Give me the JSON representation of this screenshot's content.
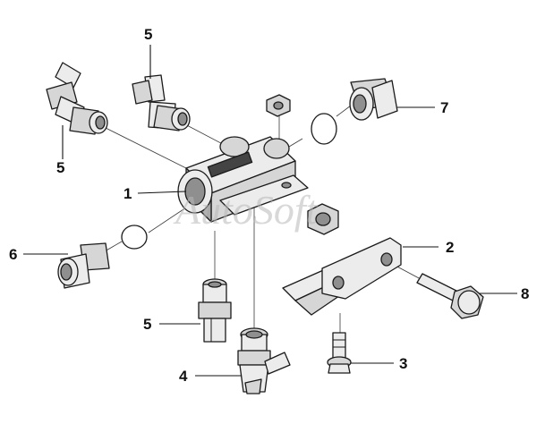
{
  "watermark": "AutoSoft",
  "callouts": [
    {
      "id": "c1",
      "label": "1"
    },
    {
      "id": "c2",
      "label": "2"
    },
    {
      "id": "c3",
      "label": "3"
    },
    {
      "id": "c4",
      "label": "4"
    },
    {
      "id": "c5a",
      "label": "5"
    },
    {
      "id": "c5b",
      "label": "5"
    },
    {
      "id": "c5c",
      "label": "5"
    },
    {
      "id": "c6",
      "label": "6"
    },
    {
      "id": "c7",
      "label": "7"
    },
    {
      "id": "c8",
      "label": "8"
    }
  ]
}
